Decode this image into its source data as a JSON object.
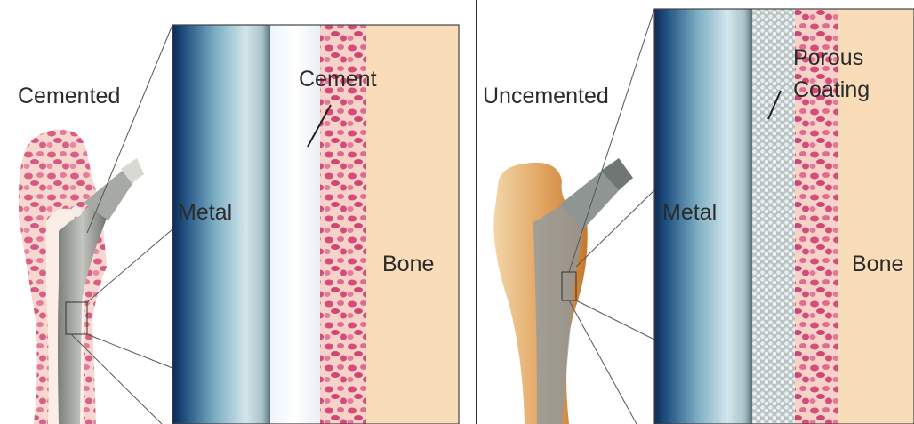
{
  "panels": {
    "cemented": {
      "title": "Cemented",
      "labels": {
        "metal": "Metal",
        "cement": "Cement",
        "bone": "Bone"
      }
    },
    "uncemented": {
      "title": "Uncemented",
      "labels": {
        "metal": "Metal",
        "porous_line1": "Porous",
        "porous_line2": "Coating",
        "bone": "Bone"
      }
    }
  },
  "colors": {
    "metal_dark": "#0f2d55",
    "metal_light": "#e7f2f5",
    "cement": "#f3f7fb",
    "bone_tissue": "#f7dcb8",
    "trabecular": "#d8507d",
    "porous_coating": "#cfd7d8",
    "bone_outer": "#d8893e",
    "stem_grey": "#9a9d97"
  }
}
